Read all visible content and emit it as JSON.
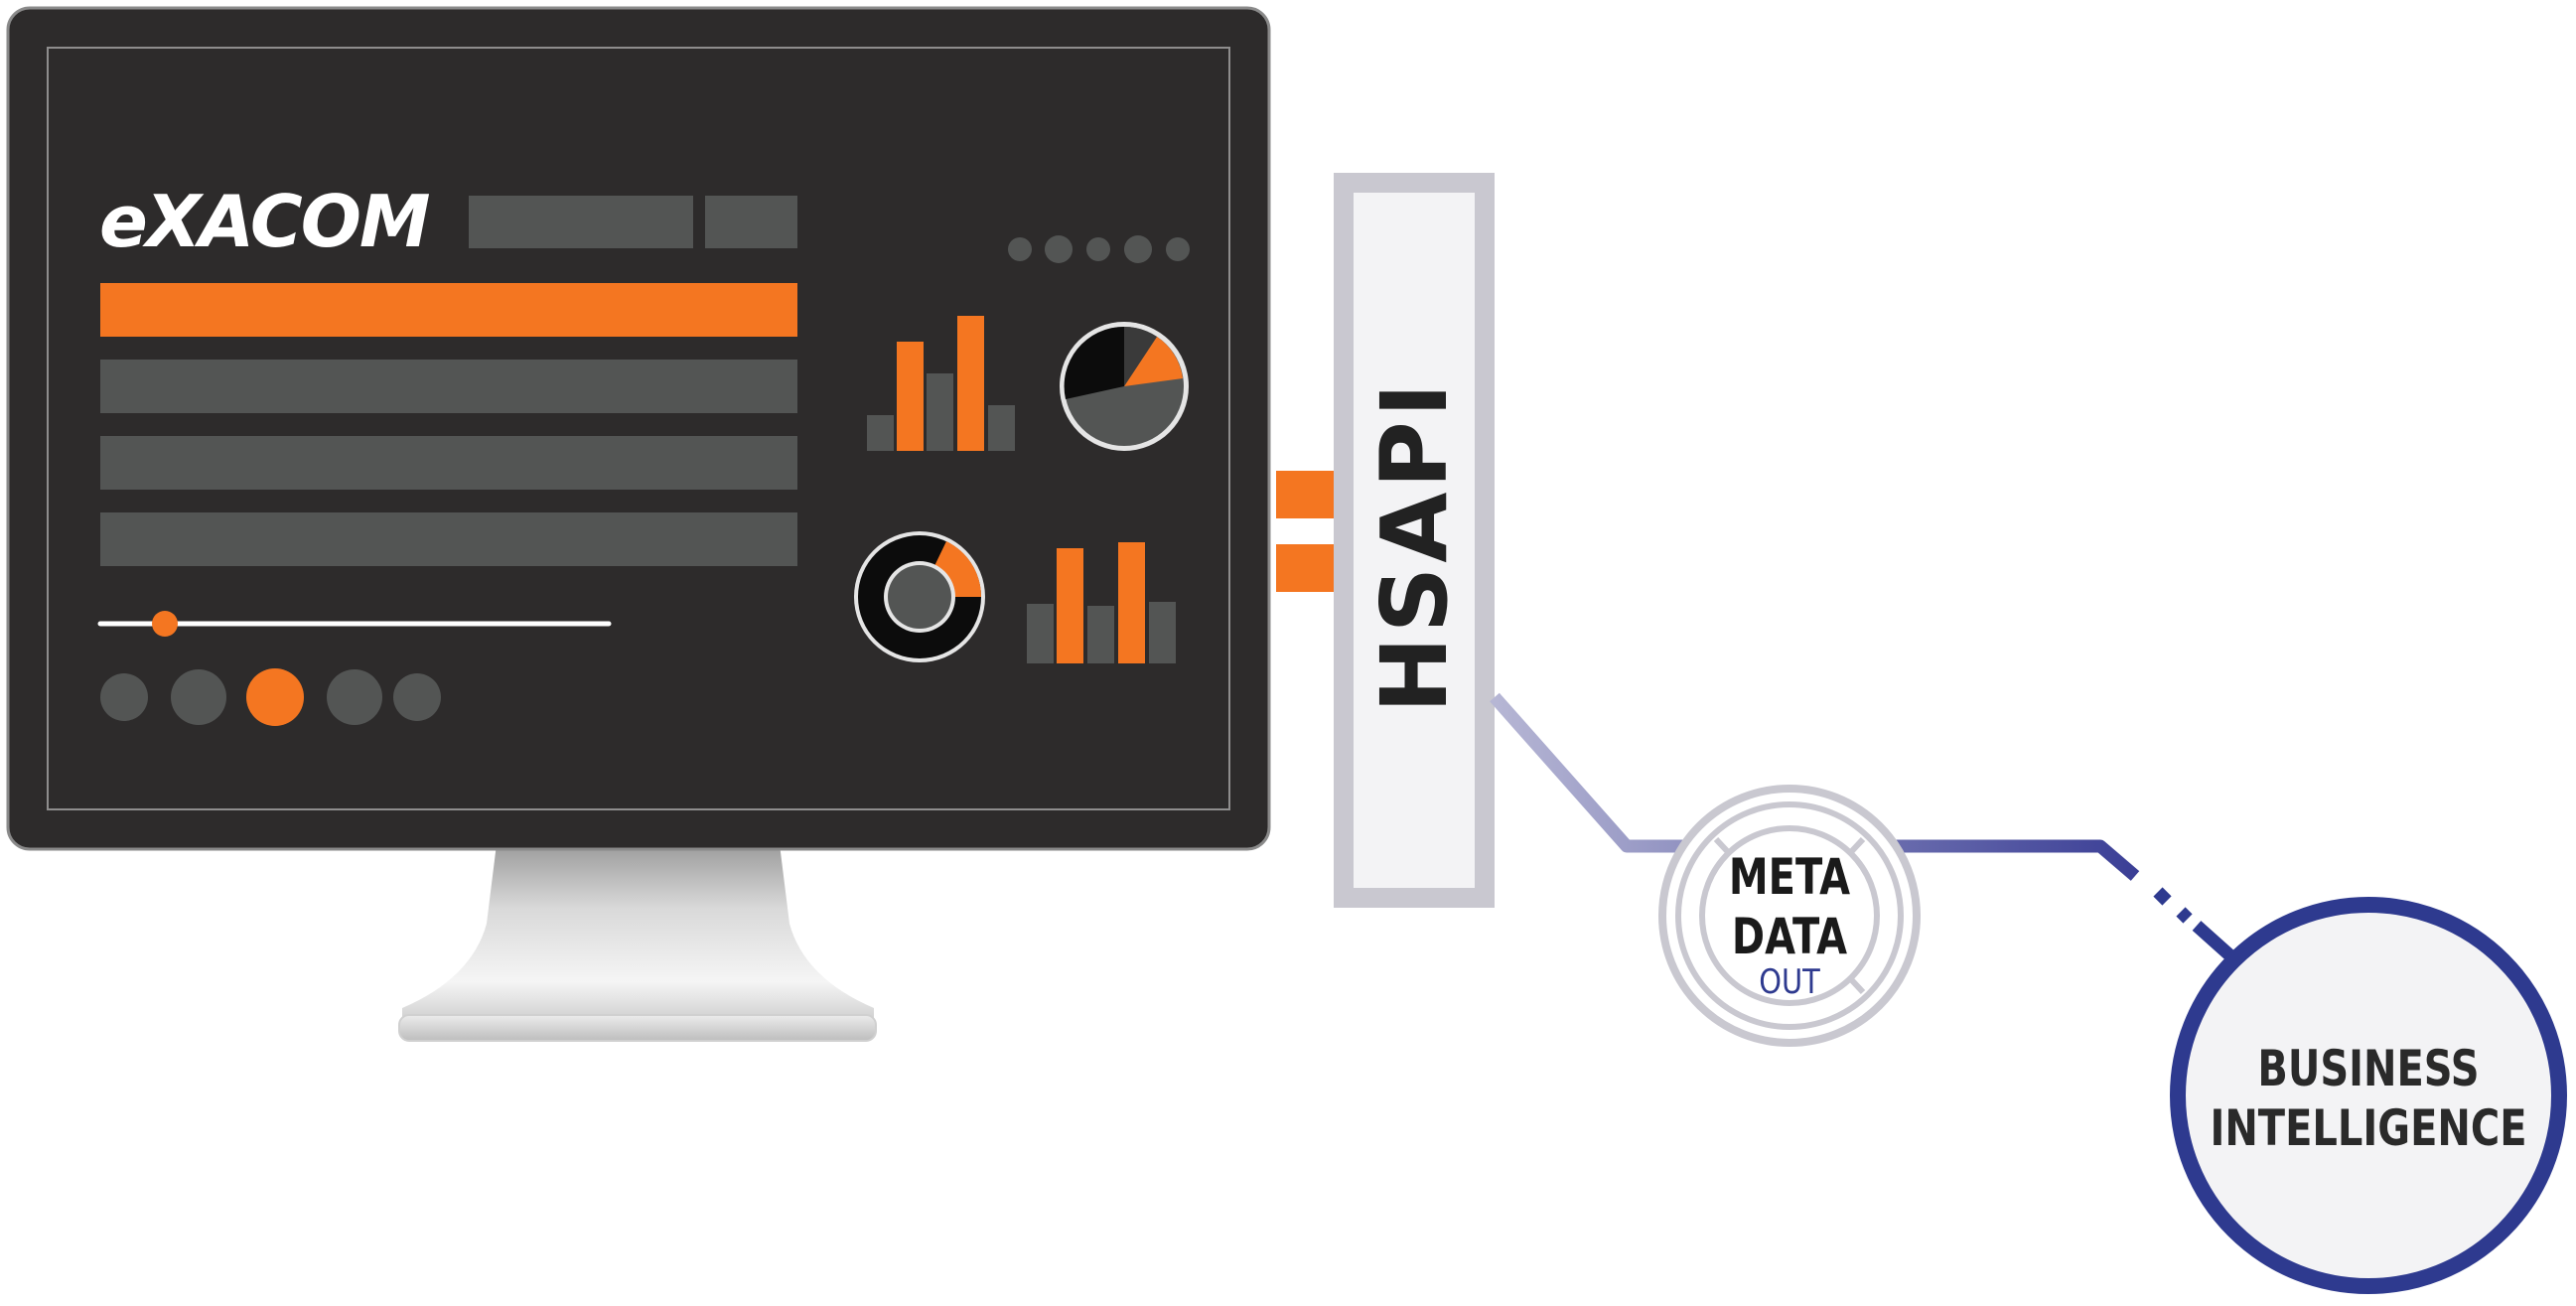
{
  "brand": {
    "logo_text": "eXACOM"
  },
  "api": {
    "label": "HSAPI"
  },
  "metadata": {
    "line1": "META",
    "line2": "DATA",
    "line3": "OUT"
  },
  "bi": {
    "line1": "BUSINESS",
    "line2": "INTELLIGENCE"
  },
  "colors": {
    "accent_orange": "#f47621",
    "screen_dark": "#2d2b2b",
    "panel_gray": "#535554",
    "connector_navy": "#2e3a8f",
    "connector_lavender": "#a9aacb",
    "light_gray": "#c9c8d0"
  },
  "screen": {
    "slider_level": 0.13,
    "active_dot_index": 2,
    "highlighted_row_index": 0
  }
}
